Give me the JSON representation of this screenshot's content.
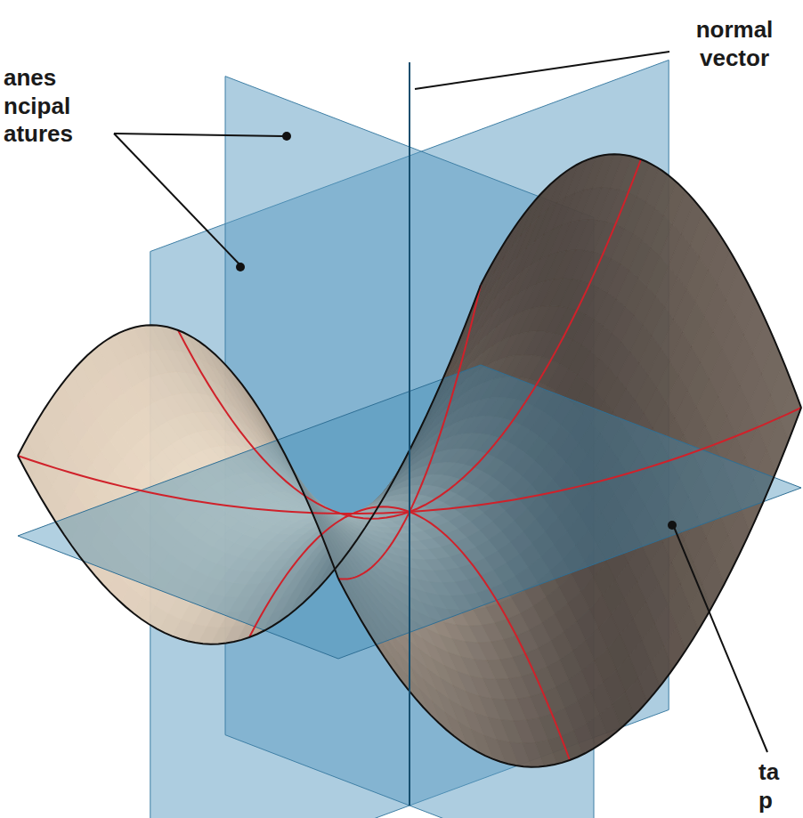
{
  "diagram": {
    "labels": [
      "normal vector",
      "anes ncipal atures",
      "ta p"
    ]
  }
}
